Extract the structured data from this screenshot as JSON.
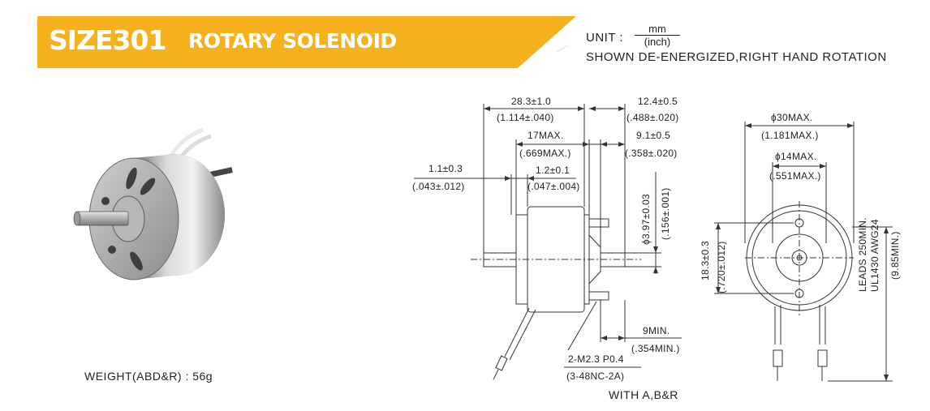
{
  "header": {
    "title_main": "SIZE301",
    "title_sub": "ROTARY SOLENOID",
    "unit_label": "UNIT :",
    "unit_numerator": "mm",
    "unit_denominator": "(inch)",
    "shown_note": "SHOWN DE-ENERGIZED,RIGHT HAND ROTATION"
  },
  "weight_label": "WEIGHT(ABD&R) : 56g",
  "side_view": {
    "dim_total_len_mm": "28.3±1.0",
    "dim_total_len_in": "(1.114±.040)",
    "dim_shaft_right_mm": "12.4±0.5",
    "dim_shaft_right_in": "(.488±.020)",
    "dim_body_mm": "17MAX.",
    "dim_body_in": "(.669MAX.)",
    "dim_boss_mm": "9.1±0.5",
    "dim_boss_in": "(.358±.020)",
    "dim_flange_mm": "1.1±0.3",
    "dim_flange_in": "(.043±.012)",
    "dim_plate_mm": "1.2±0.1",
    "dim_plate_in": "(.047±.004)",
    "dim_shaft_dia_mm": "ϕ3.97±0.03",
    "dim_shaft_dia_in": "(.156±.001)",
    "dim_stud_mm": "9MIN.",
    "dim_stud_in": "(.354MIN.)",
    "thread_mm": "2-M2.3 P0.4",
    "thread_in": "(3-48NC-2A)",
    "variant_note": "WITH A,B&R"
  },
  "front_view": {
    "dim_outer_dia_mm": "ϕ30MAX.",
    "dim_outer_dia_in": "(1.181MAX.)",
    "dim_inner_dia_mm": "ϕ14MAX.",
    "dim_inner_dia_in": "(.551MAX.)",
    "dim_hole_spacing_mm": "18.3±0.3",
    "dim_hole_spacing_in": "(.720±.012)",
    "leads_text_1": "LEADS 250MIN.",
    "leads_text_2": "UL1430 AWG24",
    "leads_len_in": "(9.85MIN.)"
  }
}
